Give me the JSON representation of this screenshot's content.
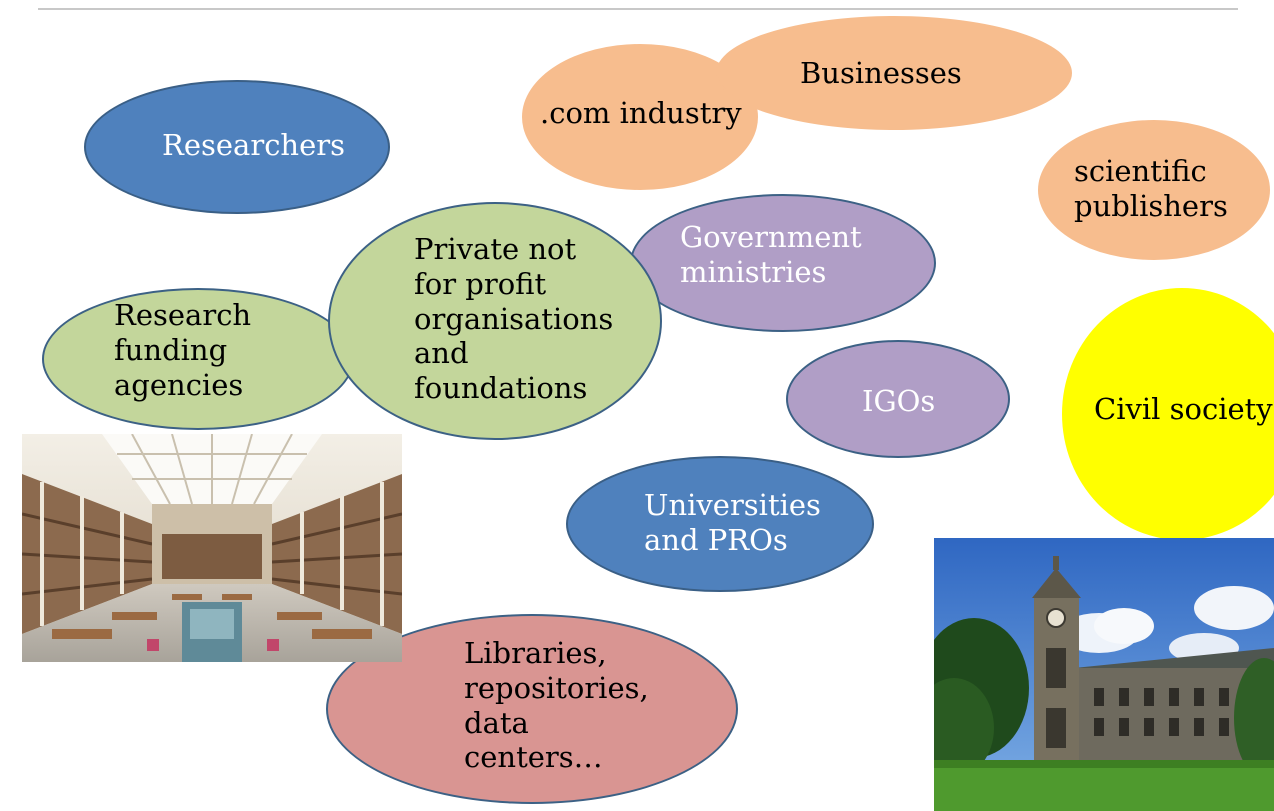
{
  "bubbles": {
    "researchers": "Researchers",
    "com_industry": ".com industry",
    "businesses": "Businesses",
    "scientific_publishers": "scientific\npublishers",
    "government_ministries": "Government\nministries",
    "private_not_for_profit": "Private not\nfor profit\norganisations\nand\nfoundations",
    "research_funding": "Research\nfunding\nagencies",
    "igos": "IGOs",
    "civil_society": "Civil society",
    "universities": "Universities\nand PROs",
    "libraries": "Libraries,\nrepositories,\ndata\ncenters…"
  },
  "colors": {
    "blue": "#4f81bd",
    "orange": "#f7bd8e",
    "green": "#c3d69b",
    "purple": "#b09ec6",
    "red": "#d99592",
    "yellow": "#ffff00"
  },
  "photos": {
    "library_interior": "library-interior-photo",
    "university_building": "university-building-photo"
  }
}
